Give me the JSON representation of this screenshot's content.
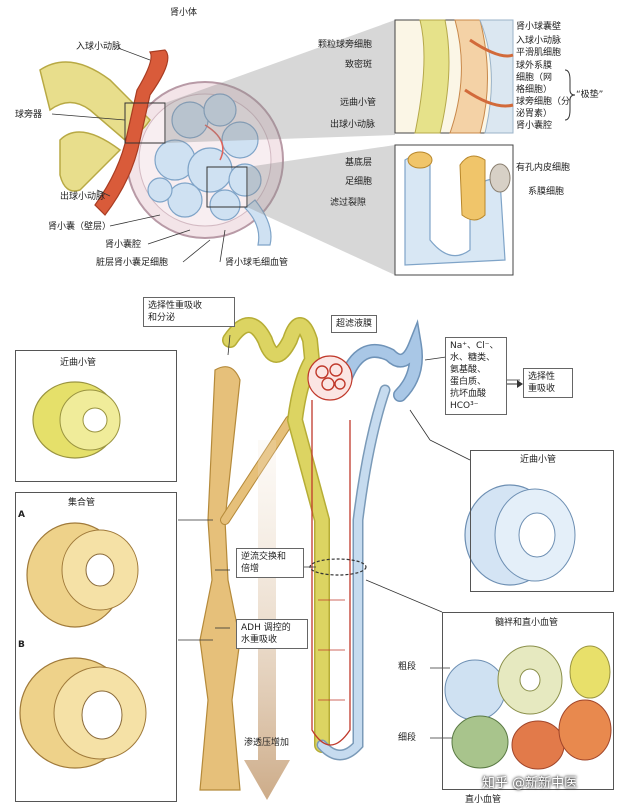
{
  "top": {
    "title": "肾小体",
    "labels": {
      "afferent": "入球小动脉",
      "juxta_apparatus": "球旁器",
      "efferent": "出球小动脉",
      "capsule_wall": "肾小囊（壁层）",
      "capsule_lumen": "肾小囊腔",
      "podocyte_layer": "脏层肾小囊足细胞",
      "capillary": "肾小球毛细血管"
    }
  },
  "inset1": {
    "left_labels": [
      "颗粒球旁细胞",
      "致密斑",
      "远曲小管",
      "出球小动脉"
    ],
    "right_labels": [
      "肾小球囊壁",
      "入球小动脉",
      "平滑肌细胞",
      "球外系膜",
      "细胞（网",
      "格细胞）",
      "球旁细胞（分",
      "泌胃素）",
      "肾小囊腔"
    ],
    "brace_label": "“极垫”"
  },
  "inset2": {
    "left_labels": [
      "基底层",
      "足细胞",
      "滤过裂隙"
    ],
    "right_labels": [
      "有孔内皮细胞",
      "系膜细胞"
    ]
  },
  "bottom": {
    "selective_box": [
      "选择性重吸收",
      "和分泌"
    ],
    "filtrate_box": "超滤液膜",
    "solutes_box": [
      "Na⁺、Cl⁻、",
      "水、糖类、",
      "氨基酸、",
      "蛋白质、",
      "抗坏血酸",
      "HCO³⁻"
    ],
    "reabsorb_box": [
      "选择性",
      "重吸收"
    ],
    "countercurrent_box": [
      "逆流交换和",
      "倍增"
    ],
    "adh_box": [
      "ADH 调控的",
      "水重吸收"
    ],
    "osmotic_label": "渗透压增加",
    "pct_left_title": "近曲小管",
    "pct_right_title": "近曲小管",
    "collecting_title": "集合管",
    "panel_a": "A",
    "panel_b": "B",
    "loop_title": "髓袢和直小血管",
    "thick_label": "粗段",
    "thin_label": "细段",
    "vasa_label": "直小血管"
  },
  "watermark": "知乎 @新新中医",
  "colors": {
    "proximal": "#d9d35a",
    "distal": "#9cc0e4",
    "collecting": "#e6c07a",
    "artery": "#d95b3a",
    "vessel_line": "#c0392b"
  }
}
